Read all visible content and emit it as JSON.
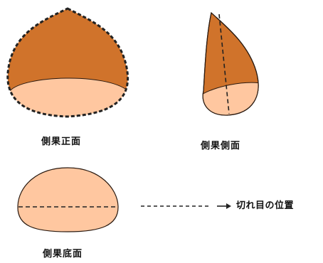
{
  "labels": {
    "front_view": "側果正面",
    "side_view": "側果側面",
    "bottom_view": "側果底面",
    "cut_position": "切れ目の位置"
  },
  "colors": {
    "shell": "#d0732b",
    "base": "#ffc7a0",
    "outline": "#2a1a10",
    "dash": "#222222"
  },
  "icons": {
    "legend_arrow": "arrow-right-icon"
  }
}
